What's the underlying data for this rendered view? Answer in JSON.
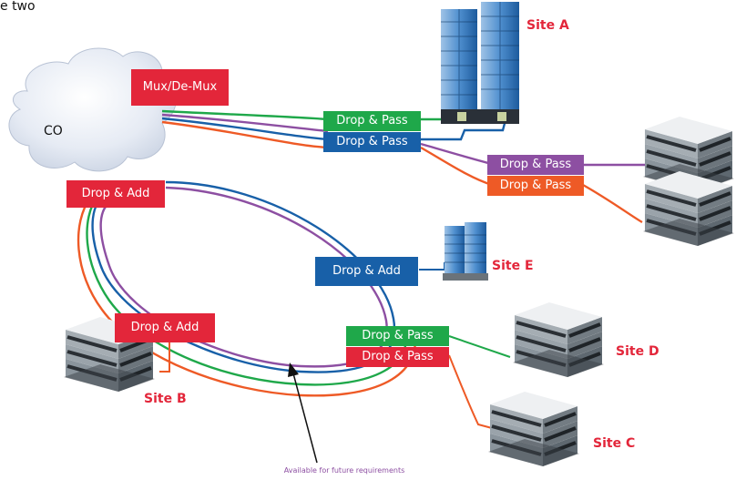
{
  "fragment_text": "e two",
  "cloud_label": "CO",
  "mux_label": "Mux/De-Mux",
  "boxes": {
    "a_green": "Drop & Pass",
    "a_blue": "Drop & Pass",
    "mid_purple": "Drop & Pass",
    "mid_orange": "Drop & Pass",
    "co_add": "Drop & Add",
    "e_add": "Drop & Add",
    "b_add": "Drop & Add",
    "d_pass": "Drop & Pass",
    "c_pass": "Drop & Pass"
  },
  "sites": {
    "a": "Site A",
    "b": "Site B",
    "c": "Site C",
    "d": "Site D",
    "e": "Site E"
  },
  "annotation": "Available for future requirements",
  "colors": {
    "red": "#e3263a",
    "green": "#1fa84a",
    "blue": "#1860a8",
    "purple": "#8d4fa2",
    "orange": "#ee5a26"
  }
}
